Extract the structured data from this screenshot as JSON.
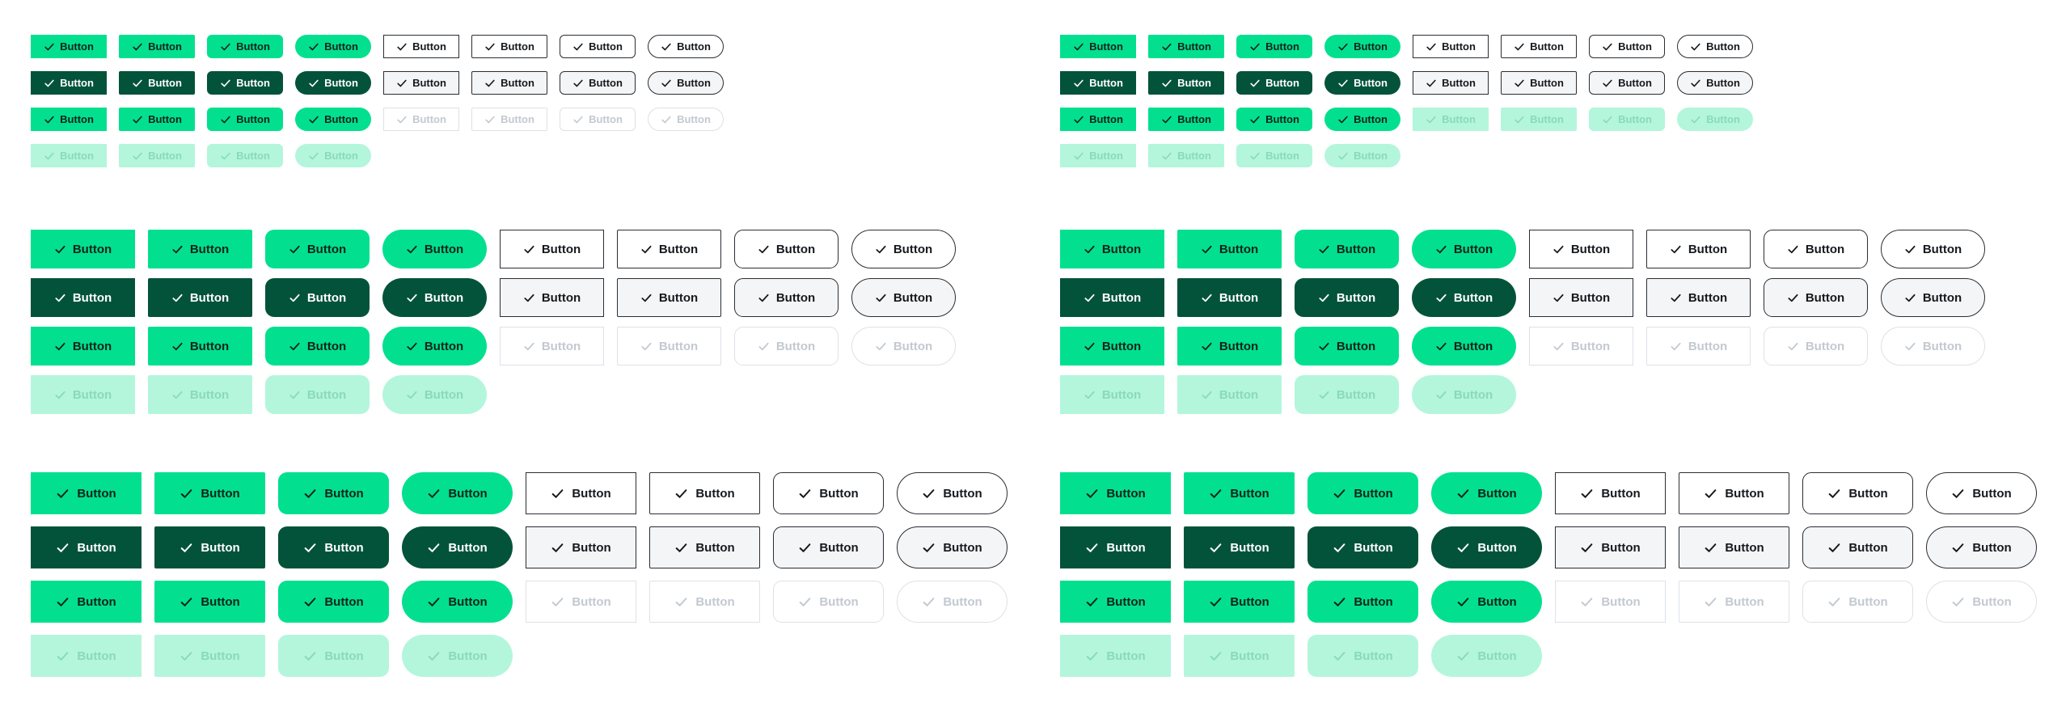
{
  "labels": {
    "button": "Button"
  },
  "icons": {
    "leading": "check-icon"
  },
  "colors": {
    "green": "#02e08f",
    "green_dark": "#03533a",
    "green_light": "#b3f6dc",
    "outline_border": "#2a2e33",
    "outline_pressed_bg": "#f4f5f7",
    "disabled_border": "#dde1e6",
    "disabled_text": "#c3c9d0",
    "text_dark": "#10231a",
    "text_light": "#ffffff"
  },
  "variants": {
    "fill_shapes": [
      "square",
      "sharp-rect",
      "rounded",
      "pill"
    ],
    "outline_shapes": [
      "square",
      "sharp-rect",
      "rounded",
      "pill"
    ],
    "states": [
      "default",
      "pressed",
      "hover",
      "disabled"
    ]
  },
  "panels": [
    {
      "name": "left-small"
    },
    {
      "name": "right-small"
    },
    {
      "name": "left-medium"
    },
    {
      "name": "right-medium"
    },
    {
      "name": "left-large"
    },
    {
      "name": "right-large"
    }
  ]
}
